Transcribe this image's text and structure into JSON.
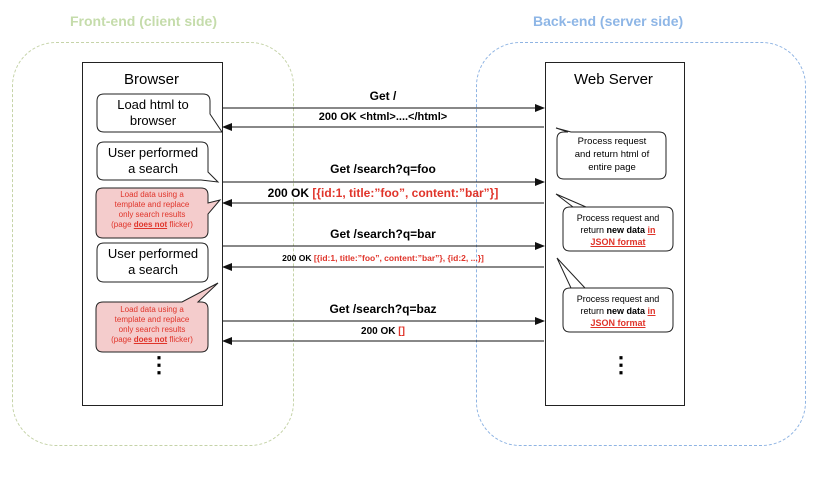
{
  "regions": {
    "front_title": "Front-end (client side)",
    "back_title": "Back-end (server side)"
  },
  "browser": {
    "title": "Browser",
    "bubble1": [
      "Load html to",
      "browser"
    ],
    "bubble2": [
      "User performed",
      "a search"
    ],
    "red_bubble1": {
      "lines": [
        "Load data using a",
        "template and replace",
        "only search results"
      ],
      "last_pre": "(page ",
      "last_emph": "does not",
      "last_post": " flicker)"
    },
    "bubble3": [
      "User performed",
      "a search"
    ],
    "red_bubble2": {
      "lines": [
        "Load data using a",
        "template and replace",
        "only search results"
      ],
      "last_pre": "(page ",
      "last_emph": "does not",
      "last_post": " flicker)"
    },
    "dots": "⋮"
  },
  "server": {
    "title": "Web Server",
    "note1": [
      "Process request",
      "and return html of",
      "entire page"
    ],
    "note2": {
      "line1": "Process request and",
      "line2_pre": "return ",
      "line2_bold": "new data",
      "line2_red": "in",
      "line3_red": "JSON format"
    },
    "note3": {
      "line1": "Process request and",
      "line2_pre": "return ",
      "line2_bold": "new data",
      "line2_red": "in",
      "line3_red": "JSON format"
    },
    "dots": "⋮"
  },
  "messages": {
    "m1_req": "Get /",
    "m1_res": "200 OK <html>....</html>",
    "m2_req": "Get /search?q=foo",
    "m2_res_pre": "200 OK ",
    "m2_res_red": "[{id:1, title:”foo”, content:”bar”}]",
    "m3_req": "Get /search?q=bar",
    "m3_res_pre": "200 OK ",
    "m3_res_red": "[{id:1, title:”foo”, content:”bar”}, {id:2, ...}]",
    "m4_req": "Get /search?q=baz",
    "m4_res_pre": "200 OK ",
    "m4_res_red": "[]"
  }
}
